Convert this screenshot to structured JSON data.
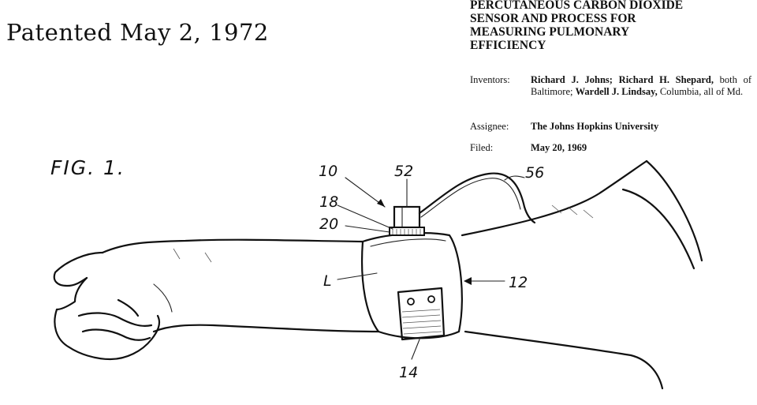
{
  "header": {
    "patented": "Patented May 2, 1972",
    "title_lines": [
      "PERCUTANEOUS CARBON DIOXIDE",
      "SENSOR AND PROCESS FOR",
      "MEASURING PULMONARY",
      "EFFICIENCY"
    ]
  },
  "info": {
    "inventors_label": "Inventors:",
    "inventors_part1": "Richard J. Johns; Richard H. Shepard,",
    "inventors_part2": " both of Baltimore; ",
    "inventors_part3": "Wardell J. Lindsay,",
    "inventors_part4": " Columbia, all of Md.",
    "assignee_label": "Assignee:",
    "assignee_value": "The Johns Hopkins University",
    "filed_label": "Filed:",
    "filed_value": "May 20, 1969"
  },
  "figure": {
    "label": "FIG. 1.",
    "reference_numerals": {
      "r10": "10",
      "r52": "52",
      "r56": "56",
      "r18": "18",
      "r20": "20",
      "rL": "L",
      "r12": "12",
      "r14": "14"
    }
  }
}
